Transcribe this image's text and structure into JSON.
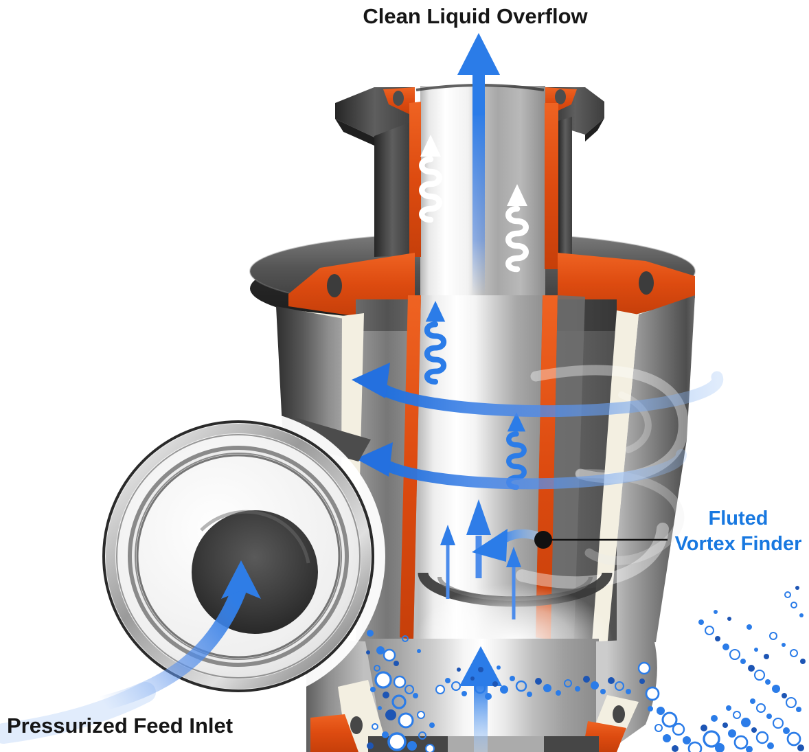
{
  "labels": {
    "overflow": "Clean Liquid Overflow",
    "vortex_finder_line1": "Fluted",
    "vortex_finder_line2": "Vortex Finder",
    "feed_inlet": "Pressurized Feed Inlet"
  },
  "colors": {
    "background": "#FFFFFF",
    "accent_orange": "#DD4B10",
    "accent_orange_light": "#EF6322",
    "flow_blue": "#2B7CE8",
    "flow_blue_dark": "#1D55B4",
    "label_blue": "#1878E0",
    "text_black": "#161616",
    "cream_lining": "#F3EFE1",
    "metal_dark": "#3A3A3A",
    "metal_light": "#EDEDED",
    "leader_black": "#111111",
    "white_flow": "#FFFFFF"
  },
  "flow_indicators": [
    {
      "name": "overflow-arrow",
      "meaning": "clean liquid exiting upward"
    },
    {
      "name": "white-coil-arrows",
      "meaning": "spiral flow rising in overflow pipe"
    },
    {
      "name": "blue-coil-arrows",
      "meaning": "spiral flow rising in vortex finder"
    },
    {
      "name": "swirl-ring-arrows",
      "meaning": "rotational vortex around tube"
    },
    {
      "name": "feed-arrow",
      "meaning": "pressurized feed entering inlet port"
    },
    {
      "name": "bottom-feed-arrow",
      "meaning": "feed rising from below"
    },
    {
      "name": "bubble-field",
      "meaning": "dispersed particles / bubbles"
    }
  ],
  "bubbles": [
    [
      539,
      922,
      5,
      "solid"
    ],
    [
      554,
      947,
      6,
      "solid"
    ],
    [
      567,
      954,
      8,
      "ring"
    ],
    [
      577,
      966,
      4,
      "dark"
    ],
    [
      549,
      973,
      4,
      "hollow"
    ],
    [
      558,
      990,
      11,
      "ring"
    ],
    [
      582,
      993,
      8,
      "ring"
    ],
    [
      543,
      1004,
      4,
      "solid"
    ],
    [
      562,
      1012,
      5,
      "dark"
    ],
    [
      581,
      1022,
      9,
      "hollow"
    ],
    [
      596,
      1004,
      6,
      "hollow"
    ],
    [
      605,
      1013,
      4,
      "solid"
    ],
    [
      553,
      1031,
      3,
      "solid"
    ],
    [
      569,
      1041,
      8,
      "dark"
    ],
    [
      591,
      1049,
      10,
      "ring"
    ],
    [
      546,
      1058,
      4,
      "ring"
    ],
    [
      561,
      1070,
      5,
      "solid"
    ],
    [
      578,
      1080,
      12,
      "ring"
    ],
    [
      600,
      1086,
      7,
      "solid"
    ],
    [
      615,
      1071,
      5,
      "hollow"
    ],
    [
      539,
      1086,
      5,
      "dark"
    ],
    [
      613,
      1041,
      5,
      "ring"
    ],
    [
      629,
      1056,
      4,
      "solid"
    ],
    [
      626,
      1090,
      6,
      "ring"
    ],
    [
      536,
      950,
      3,
      "dark"
    ],
    [
      590,
      930,
      4,
      "hollow"
    ],
    [
      610,
      948,
      3,
      "solid"
    ],
    [
      641,
      1004,
      6,
      "ring"
    ],
    [
      652,
      991,
      4,
      "solid"
    ],
    [
      664,
      999,
      6,
      "hollow"
    ],
    [
      676,
      1010,
      4,
      "solid"
    ],
    [
      688,
      988,
      3,
      "dark"
    ],
    [
      699,
      1002,
      7,
      "hollow"
    ],
    [
      711,
      1014,
      5,
      "solid"
    ],
    [
      721,
      996,
      4,
      "dark"
    ],
    [
      734,
      1004,
      6,
      "solid"
    ],
    [
      746,
      988,
      4,
      "solid"
    ],
    [
      759,
      999,
      7,
      "hollow"
    ],
    [
      771,
      1011,
      4,
      "solid"
    ],
    [
      784,
      992,
      5,
      "dark"
    ],
    [
      797,
      1002,
      6,
      "solid"
    ],
    [
      813,
      1009,
      4,
      "solid"
    ],
    [
      827,
      995,
      5,
      "hollow"
    ],
    [
      841,
      1003,
      4,
      "solid"
    ],
    [
      854,
      989,
      5,
      "dark"
    ],
    [
      866,
      998,
      6,
      "solid"
    ],
    [
      878,
      1007,
      4,
      "solid"
    ],
    [
      890,
      991,
      5,
      "dark"
    ],
    [
      902,
      999,
      6,
      "hollow"
    ],
    [
      915,
      1007,
      4,
      "solid"
    ],
    [
      700,
      975,
      4,
      "dark"
    ],
    [
      726,
      972,
      3,
      "solid"
    ],
    [
      668,
      975,
      3,
      "dark"
    ],
    [
      938,
      973,
      8,
      "ring"
    ],
    [
      950,
      1010,
      9,
      "ring"
    ],
    [
      962,
      1035,
      6,
      "solid"
    ],
    [
      975,
      1048,
      10,
      "ring"
    ],
    [
      988,
      1062,
      8,
      "ring"
    ],
    [
      1000,
      1078,
      6,
      "solid"
    ],
    [
      1012,
      1090,
      9,
      "ring"
    ],
    [
      1025,
      1060,
      5,
      "dark"
    ],
    [
      1036,
      1076,
      11,
      "ring"
    ],
    [
      1048,
      1089,
      7,
      "solid"
    ],
    [
      1040,
      1046,
      5,
      "solid"
    ],
    [
      1056,
      1056,
      4,
      "dark"
    ],
    [
      1066,
      1068,
      6,
      "solid"
    ],
    [
      1079,
      1081,
      9,
      "ring"
    ],
    [
      1091,
      1091,
      5,
      "solid"
    ],
    [
      1061,
      1031,
      4,
      "solid"
    ],
    [
      1073,
      1041,
      5,
      "hollow"
    ],
    [
      1086,
      1052,
      7,
      "solid"
    ],
    [
      1098,
      1063,
      4,
      "dark"
    ],
    [
      1110,
      1074,
      8,
      "ring"
    ],
    [
      1122,
      1086,
      5,
      "solid"
    ],
    [
      1096,
      1021,
      4,
      "solid"
    ],
    [
      1108,
      1031,
      6,
      "hollow"
    ],
    [
      1120,
      1043,
      4,
      "solid"
    ],
    [
      1133,
      1053,
      7,
      "ring"
    ],
    [
      1145,
      1064,
      5,
      "solid"
    ],
    [
      1156,
      1076,
      9,
      "ring"
    ],
    [
      1166,
      1089,
      5,
      "dark"
    ],
    [
      1021,
      906,
      4,
      "solid"
    ],
    [
      1033,
      918,
      6,
      "ring"
    ],
    [
      1045,
      930,
      4,
      "dark"
    ],
    [
      1057,
      942,
      5,
      "solid"
    ],
    [
      1070,
      953,
      7,
      "ring"
    ],
    [
      1082,
      963,
      4,
      "solid"
    ],
    [
      1094,
      973,
      5,
      "dark"
    ],
    [
      1106,
      983,
      7,
      "ring"
    ],
    [
      1118,
      993,
      4,
      "solid"
    ],
    [
      1130,
      1003,
      6,
      "solid"
    ],
    [
      1142,
      1013,
      4,
      "dark"
    ],
    [
      1152,
      1023,
      7,
      "ring"
    ],
    [
      1163,
      1033,
      4,
      "solid"
    ],
    [
      1101,
      946,
      3,
      "solid"
    ],
    [
      1116,
      956,
      4,
      "dark"
    ],
    [
      1062,
      901,
      3,
      "dark"
    ],
    [
      1091,
      913,
      4,
      "solid"
    ],
    [
      1126,
      926,
      5,
      "ring"
    ],
    [
      1141,
      939,
      3,
      "solid"
    ],
    [
      1156,
      951,
      5,
      "hollow"
    ],
    [
      1169,
      963,
      4,
      "dark"
    ],
    [
      1042,
      891,
      3,
      "solid"
    ],
    [
      1156,
      881,
      4,
      "ring"
    ],
    [
      1167,
      896,
      3,
      "solid"
    ],
    [
      1147,
      866,
      4,
      "hollow"
    ],
    [
      1161,
      856,
      3,
      "dark"
    ],
    [
      935,
      992,
      4,
      "dark"
    ],
    [
      947,
      1032,
      4,
      "solid"
    ],
    [
      959,
      1060,
      5,
      "hollow"
    ],
    [
      971,
      1075,
      6,
      "solid"
    ],
    [
      983,
      1090,
      5,
      "dark"
    ]
  ]
}
